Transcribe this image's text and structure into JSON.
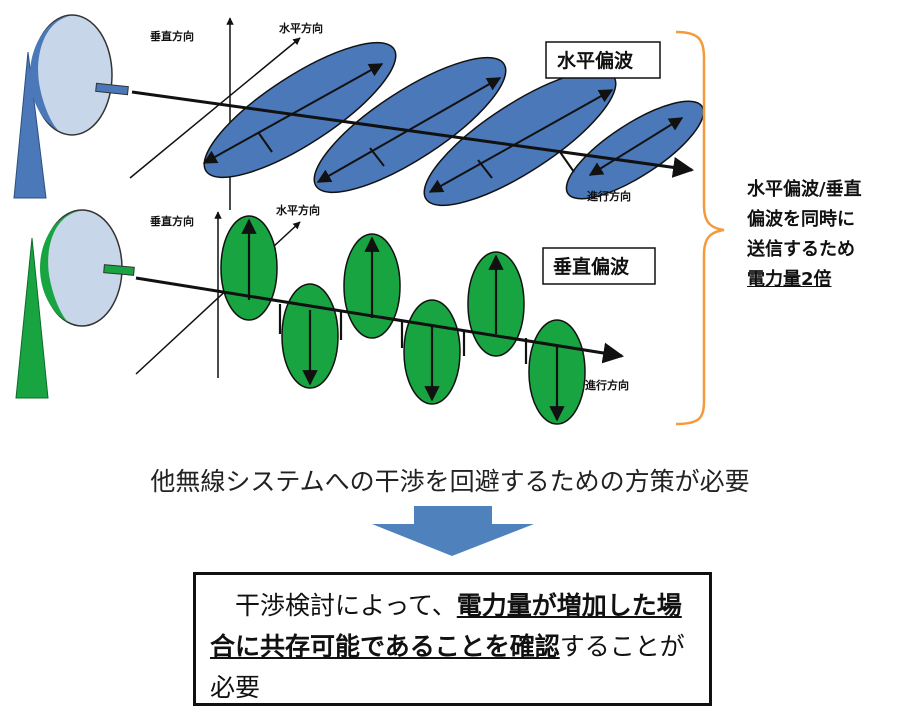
{
  "top_wave": {
    "axis_vertical": "垂直方向",
    "axis_horizontal": "水平方向",
    "axis_travel": "進行方向",
    "label": "水平偏波",
    "color": "#4a78b8"
  },
  "bottom_wave": {
    "axis_vertical": "垂直方向",
    "axis_horizontal": "水平方向",
    "axis_travel": "進行方向",
    "label": "垂直偏波",
    "color": "#19a442"
  },
  "brace_color": "#f59a3c",
  "side_note": {
    "line1": "水平偏波/垂直",
    "line2": "偏波を同時に",
    "line3": "送信するため",
    "line4": "電力量2倍"
  },
  "requirement": "他無線システムへの干渉を回避するための方策が必要",
  "arrow_color": "#4f81bd",
  "result": {
    "part1": "　干渉検討によって、",
    "part2": "電力量が増加した場合に共存可能であることを確認",
    "part3": "することが必要"
  }
}
